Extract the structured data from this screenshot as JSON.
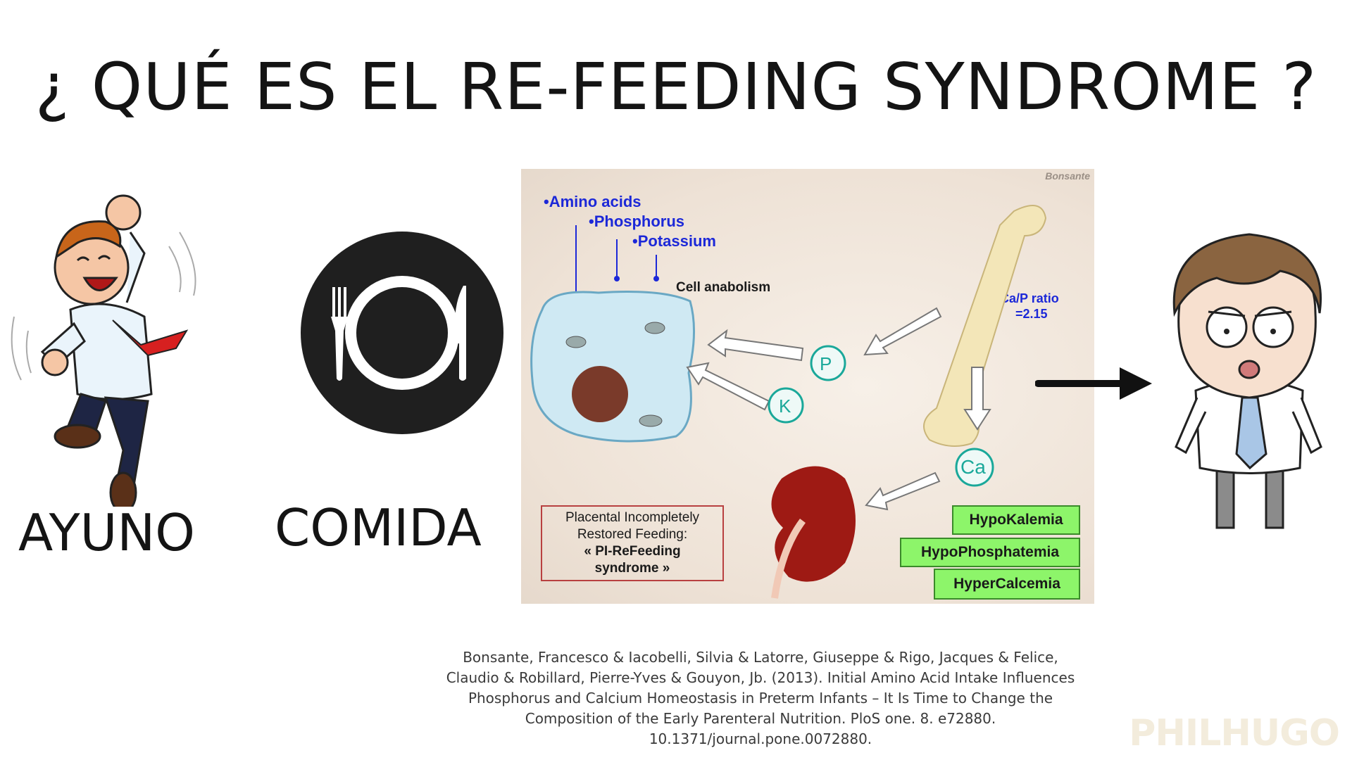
{
  "title": "¿ QUÉ ES EL RE-FEEDING SYNDROME ?",
  "labels": {
    "fasting": "AYUNO",
    "food": "COMIDA"
  },
  "figure": {
    "credit": "Bonsante",
    "nutrients": [
      "•Amino acids",
      "•Phosphorus",
      "•Potassium"
    ],
    "cell_label": "Cell anabolism",
    "ratio_line1": "Ca/P ratio",
    "ratio_line2": "=2.15",
    "ions": {
      "p": "P",
      "k": "K",
      "ca": "Ca"
    },
    "syndrome_line1": "Placental Incompletely",
    "syndrome_line2": "Restored Feeding:",
    "syndrome_line3": "« PI-ReFeeding",
    "syndrome_line4": "syndrome »",
    "conditions": [
      "HypoKalemia",
      "HypoPhosphatemia",
      "HyperCalcemia"
    ]
  },
  "citation": "Bonsante, Francesco & Iacobelli, Silvia & Latorre, Giuseppe & Rigo, Jacques & Felice, Claudio & Robillard, Pierre-Yves & Gouyon, Jb. (2013). Initial Amino Acid Intake Influences Phosphorus and Calcium Homeostasis in Preterm Infants – It Is Time to Change the Composition of the Early Parenteral Nutrition. PloS one. 8. e72880. 10.1371/journal.pone.0072880.",
  "watermark": "PHILHUGO",
  "colors": {
    "nutrient_blue": "#1c28d8",
    "ion_teal": "#1aa89a",
    "condition_green": "#8df56a",
    "box_red": "#b84040"
  }
}
